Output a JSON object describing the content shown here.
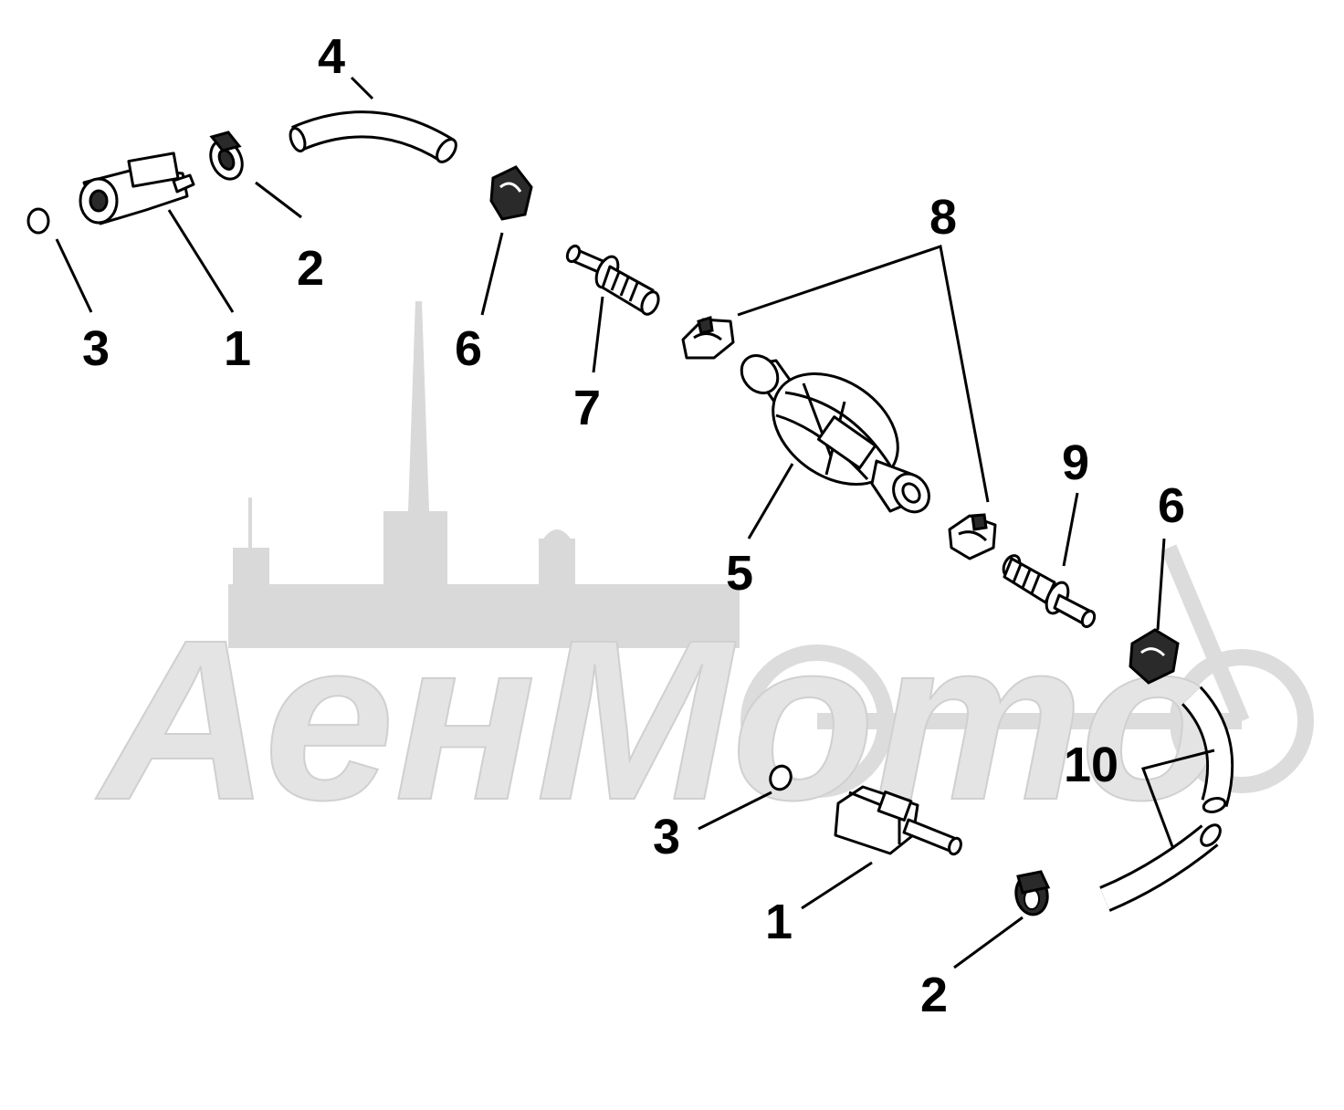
{
  "watermark": {
    "text": "АенМото"
  },
  "callouts": [
    {
      "id": "c4-top",
      "label": "4"
    },
    {
      "id": "c2-top",
      "label": "2"
    },
    {
      "id": "c3-top",
      "label": "3"
    },
    {
      "id": "c1-top",
      "label": "1"
    },
    {
      "id": "c6-top",
      "label": "6"
    },
    {
      "id": "c7",
      "label": "7"
    },
    {
      "id": "c8",
      "label": "8"
    },
    {
      "id": "c5",
      "label": "5"
    },
    {
      "id": "c9",
      "label": "9"
    },
    {
      "id": "c6-bottom",
      "label": "6"
    },
    {
      "id": "c10",
      "label": "10"
    },
    {
      "id": "c3-bottom",
      "label": "3"
    },
    {
      "id": "c1-bottom",
      "label": "1"
    },
    {
      "id": "c2-bottom",
      "label": "2"
    }
  ]
}
